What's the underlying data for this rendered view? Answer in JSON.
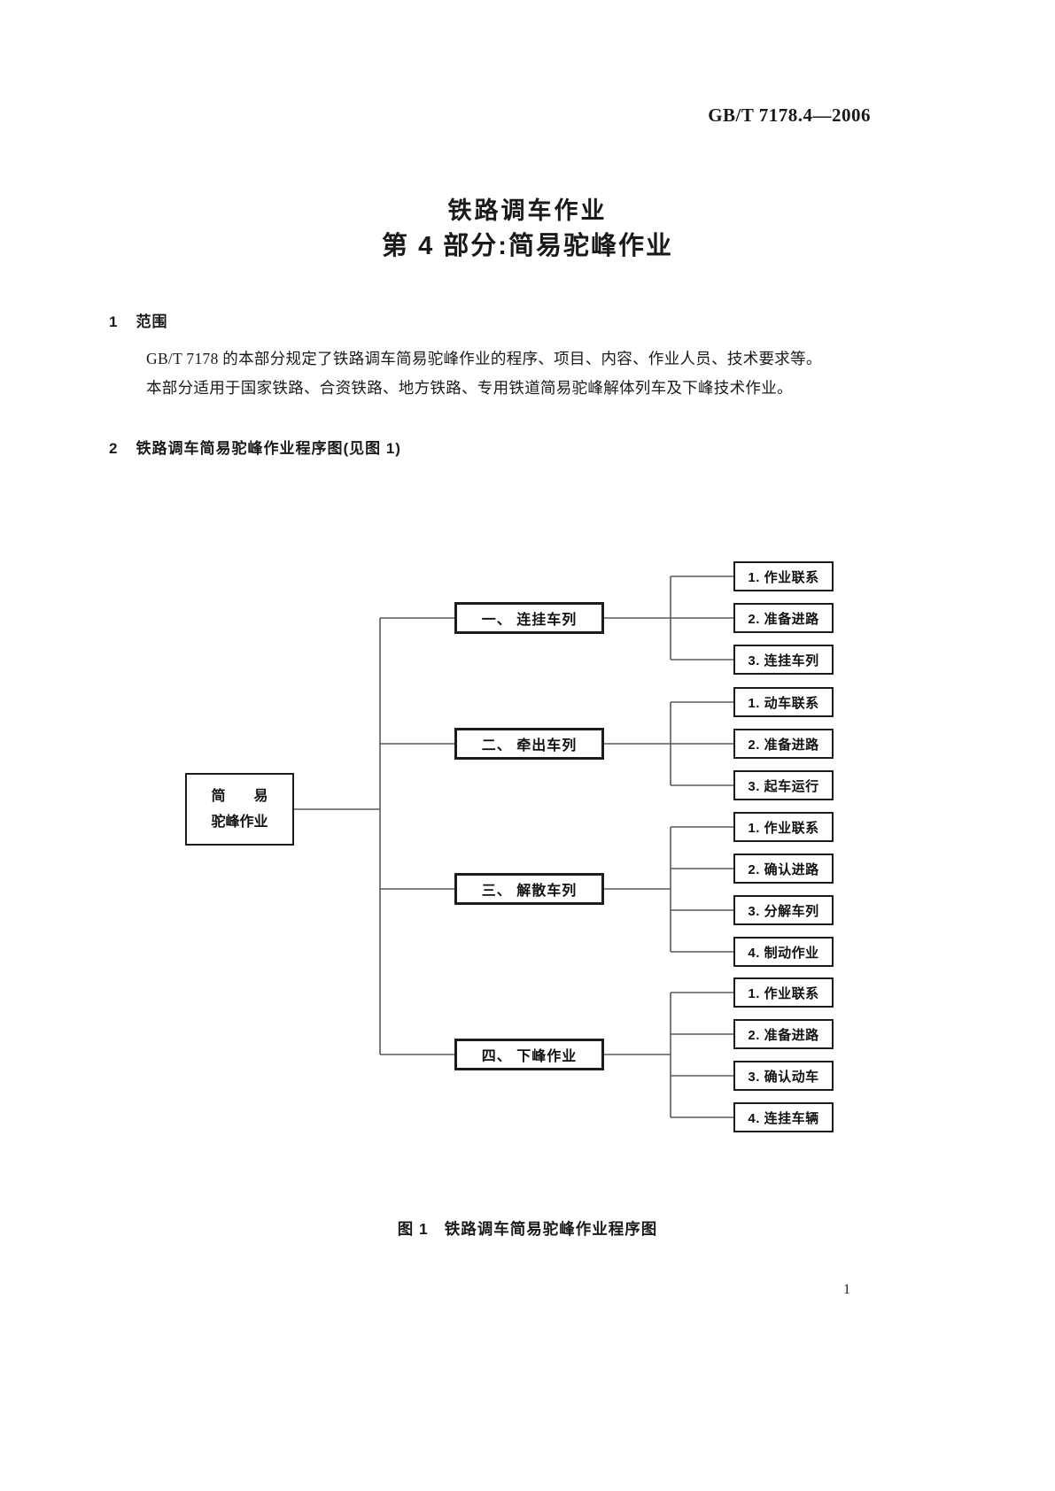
{
  "doc": {
    "standard_number": "GB/T 7178.4—2006",
    "title": "铁路调车作业",
    "subtitle": "第 4 部分:简易驼峰作业",
    "page_number": "1"
  },
  "section1": {
    "number": "1",
    "heading": "范围",
    "para_line1": "GB/T 7178 的本部分规定了铁路调车简易驼峰作业的程序、项目、内容、作业人员、技术要求等。",
    "para_line2": "本部分适用于国家铁路、合资铁路、地方铁路、专用铁道简易驼峰解体列车及下峰技术作业。"
  },
  "section2": {
    "number": "2",
    "heading": "铁路调车简易驼峰作业程序图(见图 1)"
  },
  "figure": {
    "caption_prefix": "图 1",
    "caption_text": "铁路调车简易驼峰作业程序图",
    "root_line1": "简　　易",
    "root_line2": "驼峰作业",
    "branches": [
      {
        "label": "一、 连挂车列",
        "steps": [
          "1. 作业联系",
          "2. 准备进路",
          "3. 连挂车列"
        ]
      },
      {
        "label": "二、 牵出车列",
        "steps": [
          "1. 动车联系",
          "2. 准备进路",
          "3. 起车运行"
        ]
      },
      {
        "label": "三、 解散车列",
        "steps": [
          "1. 作业联系",
          "2. 确认进路",
          "3. 分解车列",
          "4. 制动作业"
        ]
      },
      {
        "label": "四、 下峰作业",
        "steps": [
          "1. 作业联系",
          "2. 准备进路",
          "3. 确认动车",
          "4. 连挂车辆"
        ]
      }
    ]
  }
}
